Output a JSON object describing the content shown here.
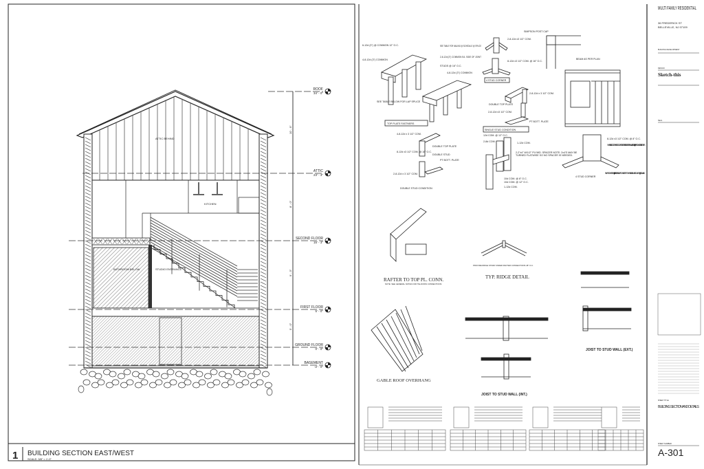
{
  "section": {
    "number": "1",
    "title": "BUILDING SECTION EAST/WEST",
    "scale": "SCALE: 3/8\" = 1'-0\"",
    "levels": [
      {
        "name": "ROOF",
        "elev": "34' - 0\""
      },
      {
        "name": "ATTIC",
        "elev": "23' - 3\""
      },
      {
        "name": "SECOND FLOOR",
        "elev": "15' - 3\""
      },
      {
        "name": "FIRST FLOOR",
        "elev": "5' - 0\""
      },
      {
        "name": "GROUND FLOOR",
        "elev": "0' - 0\""
      },
      {
        "name": "BASEMENT",
        "elev": "-2' - 0\""
      }
    ],
    "dims": [
      "10' - 9\"",
      "8' - 0\"",
      "9' - 3\"",
      "5' - 0\""
    ],
    "rooms": [
      "ATTIC BEHIND",
      "KITCHEN",
      "BATHROOM BELOW",
      "STUDIO ENTRANCE"
    ]
  },
  "details": {
    "top_plate": {
      "title": "TOP PLATE FASTNERS",
      "notes": [
        "6-12d (3\") @ COMMON 12\" O.C.",
        "4-8-12d (3\") COMMON",
        "SEE TABLE FOR NAILING @ SCHEDULE @ SPLICE",
        "2-8-12d (3\") COMMON EA. SIDE OF JOINT",
        "STUDS @ 16\" O.C.",
        "4-8-12d (3\") COMMON",
        "SEE TABLE BELOW FOR LAP SPLICE"
      ]
    },
    "four_stud_small": {
      "title": "4 STUD CORNER",
      "notes": [
        "2-8-12d x3 1/2\" COM.",
        "8-12d x3 1/2\" COM. @ 16\" O.C."
      ]
    },
    "single_stud": {
      "title": "SINGLE STUD CONDITION",
      "notes": [
        "DOUBLE TOP PLATE",
        "2-8-12d x 3 1/2\" COM.",
        "2-8-12d x3 1/2\" COM.",
        "PT BOTT. PLATE"
      ]
    },
    "post_cap": {
      "notes": [
        "SIMPSON POST CAP",
        "BEAM AS PER PLAN"
      ]
    },
    "double_stud": {
      "title": "DOUBLE STUD CONDITION",
      "notes": [
        "4-8-12d x 3 1/2\" COM.",
        "DOUBLE TOP PLATE",
        "DOUBLE STUD",
        "8-12d x3 1/2\" COM. @ 16\" O.C.",
        "PT BOTT. PLATE",
        "2-8-12d x 3 1/2\" COM."
      ]
    },
    "tee": {
      "notes": [
        "12d COM. @ 12\" O.C.",
        "2-8d COM.",
        "1-12d COM.",
        "2-2\"x4\" W/1/2\" PLYWD. SPACER NOTE: 2x4'S MAY BE TURNED FLATWISE SO NO SPACER IS NEEDED.",
        "10d COM. @ 8\" O.C.",
        "10d COM. @ 12\" O.C.",
        "1-12d COM."
      ]
    },
    "four_stud_big": {
      "title": "4 STUD CORNER",
      "notes": [
        "8-12d x3 1/2\" COM. @ 8\" O.C.",
        "WHEN 4-STUD CORNER OCCURS ON TOP OF GIRDER OR FRAME, ATTACH IT W/(2) SIMPSON MSTA36 STRAPS.",
        "SIMPSON HTT4 W/(1) 5/8\" A.T.R. SET IN SIMPSON SET EPOXY W/12\" MIN. EMBEDMENT (16) 16D NAILS."
      ]
    },
    "rafter": {
      "title": "RAFTER TO TOP PL. CONN.",
      "subtitle": "NOTE: SEE GENERAL NOTES FOR TIE-DOWN CONNECTIONS"
    },
    "ridge": {
      "title": "TYP. RIDGE DETAIL",
      "subtitle": "PROVIDE RIDGE STRAP UNDER RAFTER CONNECTIONS 48\" O.C."
    },
    "gable": {
      "title": "GABLE ROOF OVERHANG"
    },
    "joist_int": {
      "title": "JOIST TO STUD WALL (INT.)"
    },
    "joist_ext": {
      "title": "JOIST TO STUD WALL (EXT.)"
    }
  },
  "title_block": {
    "project": "MULTI FAMILY RESIDENTIAL",
    "address_1": "36 FREDERICK ST",
    "address_2": "BELLEVILLE, NJ 07109",
    "owner_label": "BUILDING DEVELOPMENT",
    "firm_label": "DESIGN",
    "firm": "Sketch-this",
    "seal_label": "SEAL",
    "sheet_title_label": "SHEET TITLE",
    "sheet_title": "BUILDING SECTION AND DETAILS",
    "sheet_number_label": "SHEET NUMBER",
    "sheet_number": "A-301"
  }
}
